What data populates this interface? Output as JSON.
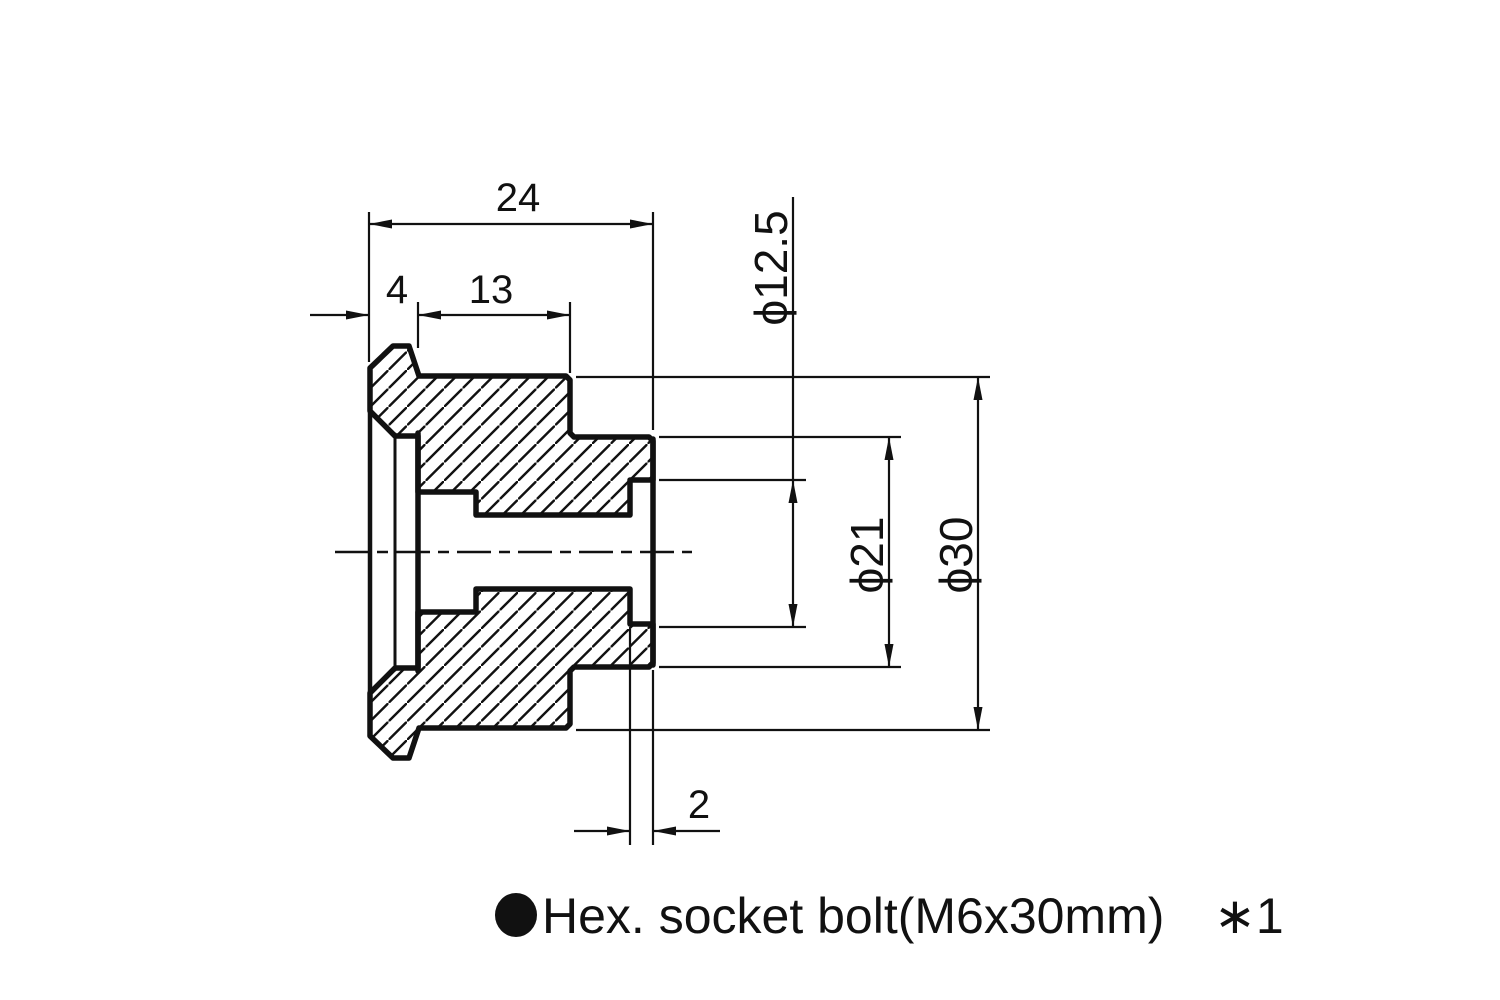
{
  "drawing": {
    "type": "technical-cross-section",
    "colors": {
      "ink": "#111111",
      "background": "#ffffff"
    },
    "dimensions": {
      "overall_length": "24",
      "flange_width": "4",
      "body_length": "13",
      "recess_depth": "2",
      "recess_diameter": "ϕ12.5",
      "tip_diameter": "ϕ21",
      "outer_diameter": "ϕ30"
    },
    "caption": {
      "bullet_icon": "filled-circle",
      "part_name": "Hex. socket bolt(M6x30mm)",
      "quantity": "∗1"
    }
  }
}
